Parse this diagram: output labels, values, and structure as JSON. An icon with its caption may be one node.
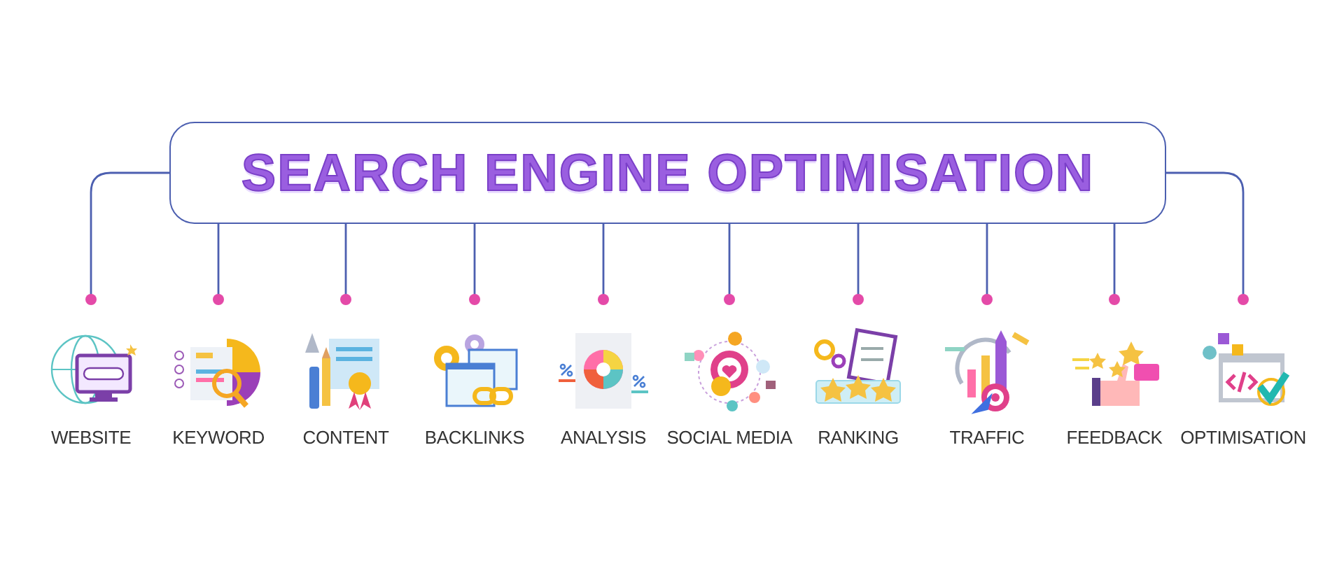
{
  "diagram": {
    "nodes": [
      {
        "text": [
          "SEARCH ENGINE OPTIMISATION"
        ]
      },
      {
        "text": [
          "WEBSITE"
        ]
      },
      {
        "text": [
          "KEYWORD"
        ]
      },
      {
        "text": [
          "CONTENT"
        ]
      },
      {
        "text": [
          "BACKLINKS"
        ]
      },
      {
        "text": [
          "ANALYSIS"
        ]
      },
      {
        "text": [
          "SOCIAL MEDIA"
        ]
      },
      {
        "text": [
          "RANKING"
        ]
      },
      {
        "text": [
          "TRAFFIC"
        ]
      },
      {
        "text": [
          "FEEDBACK"
        ]
      },
      {
        "text": [
          "OPTIMISATION"
        ]
      }
    ],
    "edges": [
      {
        "from": 0,
        "to": 1,
        "arrow": "other"
      },
      {
        "from": 0,
        "to": 2,
        "arrow": "other"
      },
      {
        "from": 0,
        "to": 3,
        "arrow": "other"
      },
      {
        "from": 0,
        "to": 4,
        "arrow": "other"
      },
      {
        "from": 0,
        "to": 5,
        "arrow": "other"
      },
      {
        "from": 0,
        "to": 6,
        "arrow": "other"
      },
      {
        "from": 0,
        "to": 7,
        "arrow": "other"
      },
      {
        "from": 0,
        "to": 8,
        "arrow": "other"
      },
      {
        "from": 0,
        "to": 9,
        "arrow": "other"
      },
      {
        "from": 0,
        "to": 10,
        "arrow": "other"
      }
    ]
  }
}
